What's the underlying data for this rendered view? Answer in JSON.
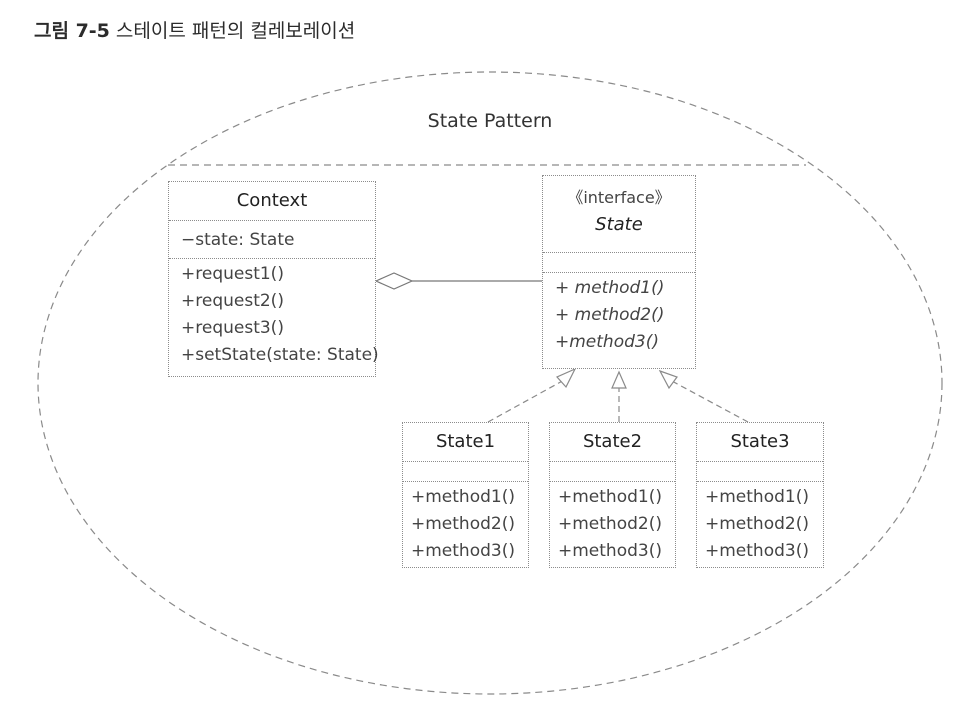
{
  "caption": {
    "number": "그림 7-5",
    "text": "스테이트 패턴의 컬레보레이션"
  },
  "pattern_title": "State Pattern",
  "context_class": {
    "name": "Context",
    "attributes": [
      "−state: State"
    ],
    "operations": [
      "+request1()",
      "+request2()",
      "+request3()",
      "+setState(state: State)"
    ]
  },
  "state_interface": {
    "stereotype": "《interface》",
    "name": "State",
    "operations": [
      "+ method1()",
      "+ method2()",
      "+method3()"
    ]
  },
  "concrete_states": [
    {
      "name": "State1",
      "operations": [
        "+method1()",
        "+method2()",
        "+method3()"
      ]
    },
    {
      "name": "State2",
      "operations": [
        "+method1()",
        "+method2()",
        "+method3()"
      ]
    },
    {
      "name": "State3",
      "operations": [
        "+method1()",
        "+method2()",
        "+method3()"
      ]
    }
  ]
}
